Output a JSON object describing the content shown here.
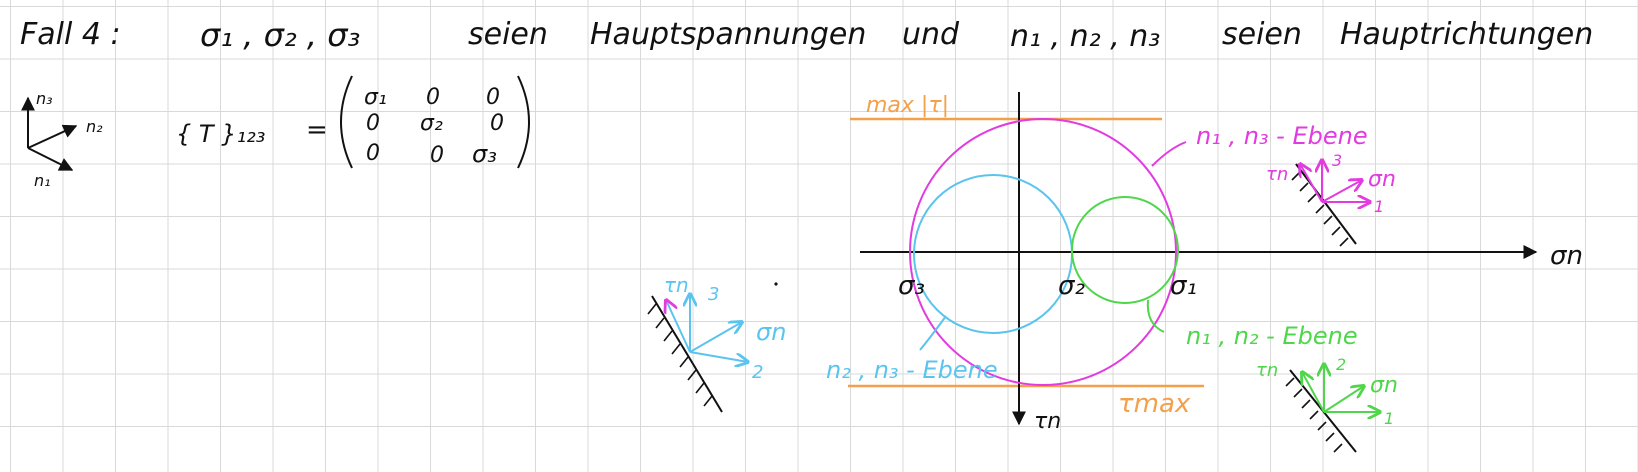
{
  "header": {
    "case_label": "Fall 4 :",
    "sigmas": "σ₁ , σ₂ , σ₃",
    "seien1": "seien",
    "hauptspannungen": "Hauptspannungen",
    "und": "und",
    "ns": "n₁ , n₂ , n₃",
    "seien2": "seien",
    "hauptrichtungen": "Hauptrichtungen"
  },
  "basis": {
    "n3": "n₃",
    "n2": "n₂",
    "n1": "n₁"
  },
  "matrix": {
    "lhs": "{ T }₁₂₃",
    "equals": "=",
    "rows": [
      [
        "σ₁",
        "0",
        "0"
      ],
      [
        "0",
        "σ₂",
        "0"
      ],
      [
        "0",
        "0",
        "σ₃"
      ]
    ]
  },
  "mohr": {
    "axis_sigma": "σn",
    "axis_tau": "τn",
    "tau_max_top": "max |τ|",
    "tau_max_bottom": "τmax",
    "sigma3": "σ₃",
    "sigma2": "σ₂",
    "sigma1": "σ₁",
    "plane_13": "n₁ , n₃ - Ebene",
    "plane_12": "n₁ , n₂ - Ebene",
    "plane_23": "n₂ , n₃ - Ebene"
  },
  "sketches": {
    "blue": {
      "tau": "τn",
      "sigma": "σn",
      "dir_a": "3",
      "dir_b": "2"
    },
    "pink": {
      "tau": "τn",
      "sigma": "σn",
      "dir_a": "3",
      "dir_b": "1"
    },
    "green": {
      "tau": "τn",
      "sigma": "σn",
      "dir_a": "2",
      "dir_b": "1"
    }
  },
  "colors": {
    "ink": "#111111",
    "pink": "#e23be0",
    "blue": "#5bc4ee",
    "green": "#4fd64b",
    "orange": "#f4a04a"
  }
}
